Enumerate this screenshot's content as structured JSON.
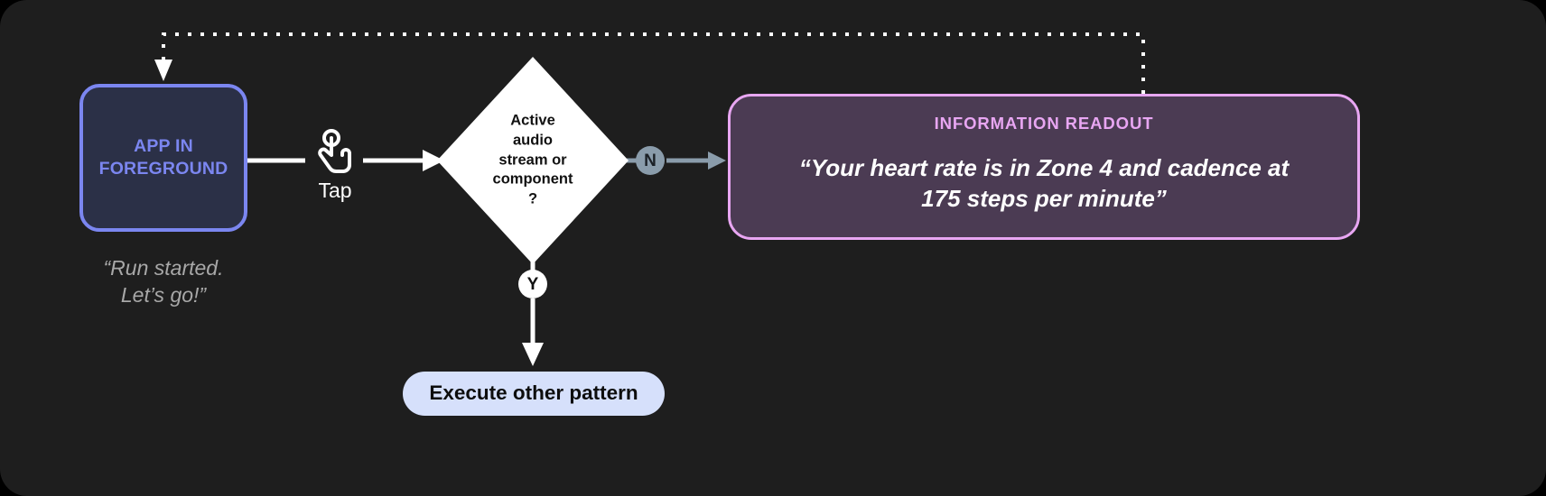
{
  "canvas": {
    "background": "#1e1e1e",
    "page_background": "#000000"
  },
  "nodes": {
    "app_foreground": {
      "label": "APP IN\nFOREGROUND",
      "border_color": "#7b86f0",
      "fill_color": "#2b3047",
      "text_color": "#7b86f0"
    },
    "app_caption": {
      "text": "“Run started.\nLet’s go!”",
      "color": "#a8a8a8"
    },
    "tap": {
      "label": "Tap",
      "icon": "tap-hand-icon",
      "color": "#ffffff"
    },
    "decision": {
      "label": "Active\naudio\nstream or\ncomponent\n?",
      "fill_color": "#ffffff",
      "text_color": "#111111"
    },
    "branch_no": {
      "label": "N",
      "badge_color": "#8a9cab",
      "text_color": "#1b2026"
    },
    "branch_yes": {
      "label": "Y",
      "badge_color": "#ffffff",
      "text_color": "#111111"
    },
    "execute_pattern": {
      "label": "Execute other pattern",
      "fill_color": "#d6e0fb",
      "text_color": "#0d0d0d"
    },
    "readout": {
      "title": "INFORMATION READOUT",
      "body": "“Your heart rate is in Zone 4 and cadence at\n175 steps per minute”",
      "border_color": "#e8a6f2",
      "fill_color": "#4b3b53",
      "title_color": "#e8a6f2",
      "body_color": "#ffffff"
    }
  },
  "connectors": {
    "app_to_tap": {
      "style": "solid",
      "color": "#ffffff"
    },
    "tap_to_decision": {
      "style": "solid",
      "color": "#ffffff",
      "arrow": true
    },
    "decision_to_no": {
      "style": "solid",
      "color": "#8a9cab",
      "arrow": true
    },
    "no_to_readout": {
      "style": "solid",
      "color": "#8a9cab",
      "arrow": true
    },
    "decision_to_yes": {
      "style": "solid",
      "color": "#ffffff"
    },
    "yes_to_execute": {
      "style": "solid",
      "color": "#ffffff",
      "arrow": true
    },
    "readout_feedback_loop": {
      "style": "dotted",
      "color": "#ffffff",
      "arrow": true
    }
  }
}
